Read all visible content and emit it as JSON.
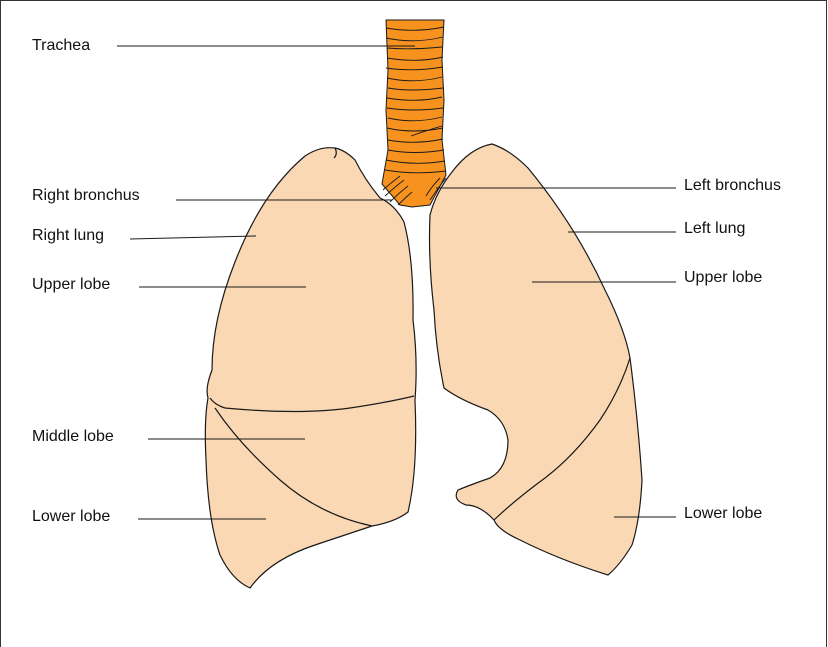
{
  "labels": {
    "trachea": "Trachea",
    "right_bronchus": "Right bronchus",
    "right_lung": "Right lung",
    "right_upper_lobe": "Upper lobe",
    "right_middle_lobe": "Middle lobe",
    "right_lower_lobe": "Lower lobe",
    "left_bronchus": "Left bronchus",
    "left_lung": "Left lung",
    "left_upper_lobe": "Upper lobe",
    "left_lower_lobe": "Lower lobe"
  },
  "colors": {
    "lung_fill": "#fad8b4",
    "trachea_fill": "#f7921e",
    "outline": "#1a1a1a",
    "frame": "#333333"
  }
}
